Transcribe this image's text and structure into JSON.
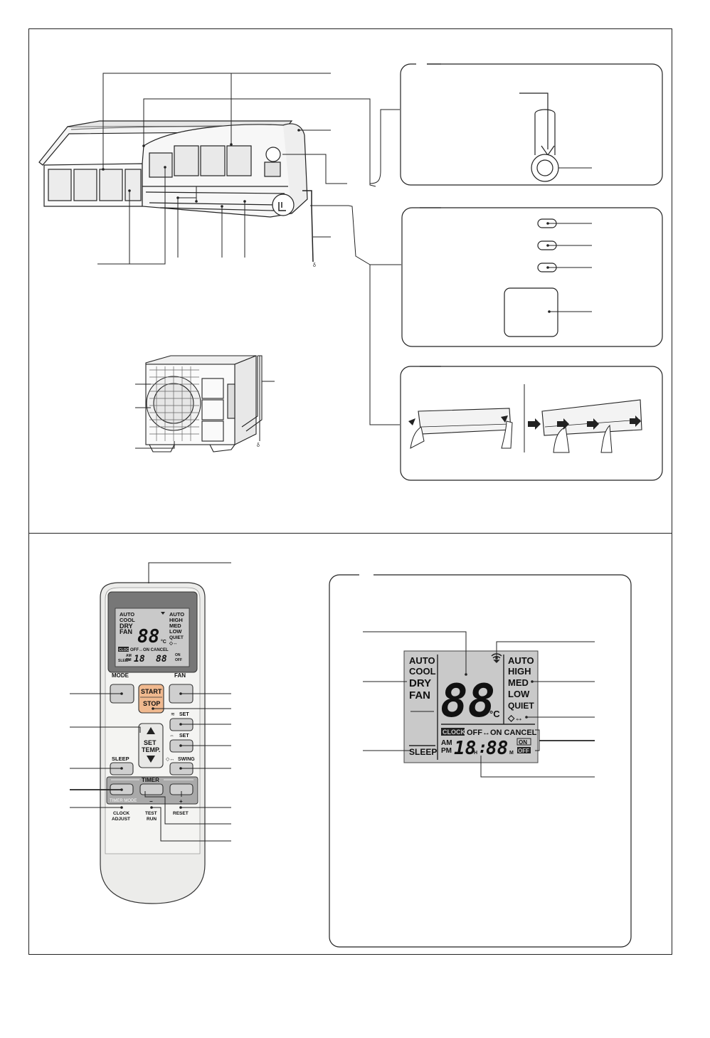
{
  "remote": {
    "buttons": {
      "mode": "MODE",
      "fan": "FAN",
      "start": "START",
      "stop": "STOP",
      "set_vertical": "SET",
      "set_horizontal": "SET",
      "set_temp_1": "SET",
      "set_temp_2": "TEMP.",
      "sleep": "SLEEP",
      "swing": "SWING",
      "timer": "TIMER",
      "timer_mode": "TIMER MODE",
      "clock_adjust_1": "CLOCK",
      "clock_adjust_2": "ADJUST",
      "test_run_1": "TEST",
      "test_run_2": "RUN",
      "reset": "RESET",
      "minus": "−",
      "plus": "+"
    },
    "mini_display": {
      "modes": [
        "AUTO",
        "COOL",
        "DRY",
        "FAN"
      ],
      "fan_speeds": [
        "AUTO",
        "HIGH",
        "MED",
        "LOW",
        "QUIET"
      ],
      "temp": "88",
      "unit": "°C",
      "clock_tag": "CLOCK",
      "timer_line": "OFF↔ON CANCEL",
      "am": "AM",
      "pm": "PM",
      "time": "18",
      "time2": "88",
      "on": "ON",
      "off": "OFF",
      "sleep": "SLEEP",
      "swing_symbol": "◇↔"
    }
  },
  "lcd": {
    "modes": [
      "AUTO",
      "COOL",
      "DRY",
      "FAN"
    ],
    "fan_speeds": [
      "AUTO",
      "HIGH",
      "MED",
      "LOW",
      "QUIET"
    ],
    "temperature": "88",
    "unit": "°C",
    "clock_tag": "CLOCK",
    "timer_line": "OFF↔ON CANCEL",
    "am": "AM",
    "pm": "PM",
    "hour": "18",
    "hour_unit": "H",
    "colon": ":",
    "minute": "88",
    "minute_unit": "M",
    "on": "ON",
    "off": "OFF",
    "sleep": "SLEEP",
    "swing_symbol": "◇↔"
  },
  "colors": {
    "lcd_background": "#c9c9c9",
    "remote_body": "#e8e8e6",
    "start_stop": "#f0b98f",
    "button_grey": "#cfcfcf",
    "line": "#111111"
  },
  "icons": [
    "antenna-icon",
    "swing-icon",
    "vertical-airflow-icon",
    "horizontal-airflow-icon",
    "up-arrow-icon",
    "down-arrow-icon",
    "right-arrow-icon"
  ]
}
